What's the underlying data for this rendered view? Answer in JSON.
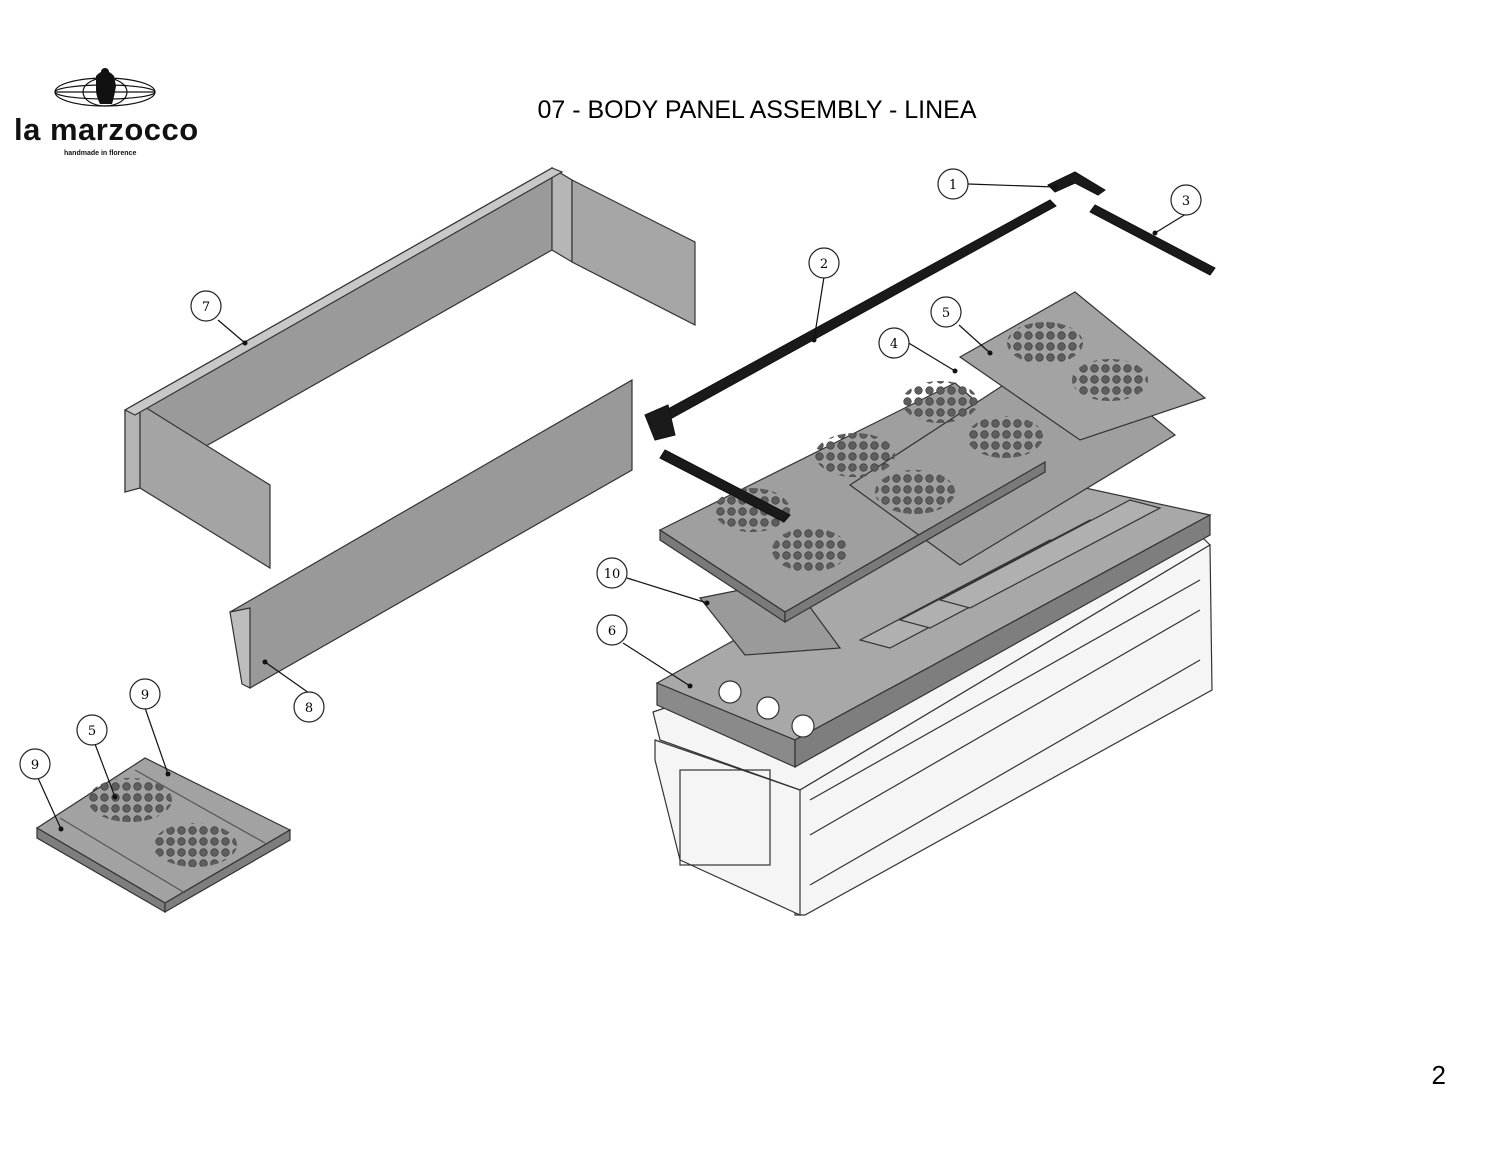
{
  "header": {
    "brand_name": "la marzocco",
    "brand_tagline": "handmade in florence",
    "title": "07 - BODY PANEL ASSEMBLY - LINEA"
  },
  "footer": {
    "page_number": "2"
  },
  "callouts": [
    {
      "label": "1"
    },
    {
      "label": "2"
    },
    {
      "label": "3"
    },
    {
      "label": "4"
    },
    {
      "label": "5"
    },
    {
      "label": "7"
    },
    {
      "label": "8"
    },
    {
      "label": "10"
    },
    {
      "label": "6"
    },
    {
      "label": "9"
    },
    {
      "label": "5"
    },
    {
      "label": "9"
    }
  ],
  "icons": {
    "logo": "lion-globe-logo-icon"
  },
  "colors": {
    "panel": "#9c9c9c",
    "panel_dark": "#7e7e7e",
    "panel_light": "#c2c2c2",
    "strip": "#1a1a1a",
    "frame": "#f4f4f4",
    "line": "#333333"
  }
}
